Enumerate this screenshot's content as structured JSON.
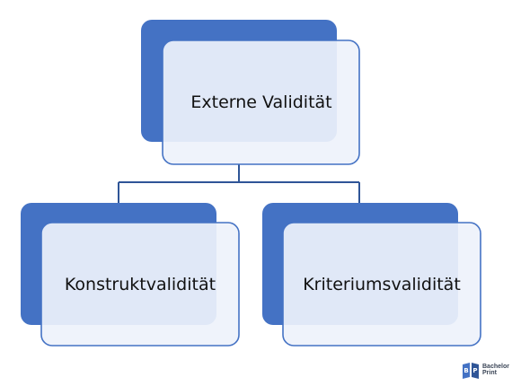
{
  "colors": {
    "shadow": "#4472c4",
    "card_fill": "#eef2fb",
    "card_border": "#4472c4",
    "connector": "#2f5597"
  },
  "nodes": {
    "root": {
      "label": "Externe Validität"
    },
    "left": {
      "label": "Konstruktvalidität"
    },
    "right": {
      "label": "Kriteriumsvalidität"
    }
  },
  "logo": {
    "line1": "Bachelor",
    "line2": "Print"
  }
}
